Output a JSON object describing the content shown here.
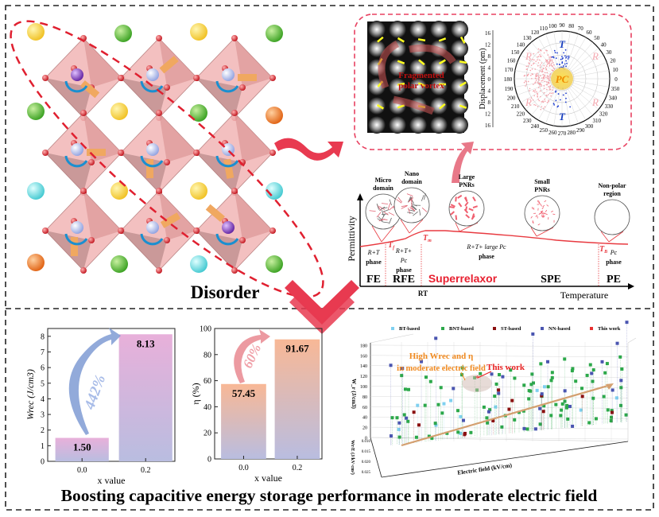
{
  "lattice": {
    "label": "Disorder"
  },
  "stem": {
    "vortex_label_1": "Fragmented",
    "vortex_label_2": "polar vortex"
  },
  "polar": {
    "ylabel": "Displacement (pm)",
    "radial_ticks": [
      "16",
      "12",
      "8",
      "4",
      "0",
      "4",
      "8",
      "12",
      "16"
    ],
    "angle_ticks": [
      "0",
      "10",
      "20",
      "30",
      "40",
      "50",
      "60",
      "70",
      "80",
      "90",
      "100",
      "110",
      "120",
      "130",
      "140",
      "150",
      "160",
      "170",
      "180",
      "190",
      "200",
      "210",
      "220",
      "230",
      "240",
      "250",
      "260",
      "270",
      "280",
      "290",
      "300",
      "310",
      "320",
      "330",
      "340",
      "350"
    ],
    "region_R": "R",
    "region_T": "T",
    "region_PC": "PC"
  },
  "phase": {
    "ylabel": "Permittivity",
    "xlabel": "Temperature",
    "rt": "RT",
    "domains": [
      {
        "l1": "Micro",
        "l2": "domain"
      },
      {
        "l1": "Nano",
        "l2": "domain"
      },
      {
        "l1": "Large",
        "l2": "PNRs"
      },
      {
        "l1": "Small",
        "l2": "PNRs"
      },
      {
        "l1": "Non-polar",
        "l2": "region"
      }
    ],
    "phases": [
      "FE",
      "RFE",
      "Superrelaxor",
      "SPE",
      "PE"
    ],
    "descs": {
      "fe_1": "R+T",
      "fe_2": "phase",
      "rfe_1": "R+T+",
      "rfe_2": "Pc",
      "rfe_3": "phase",
      "sr_1": "R+T+ large Pc",
      "sr_2": "phase",
      "pe_1": "Pc",
      "pe_2": "phase"
    },
    "temps": {
      "tf": "T",
      "tf_sub": "f",
      "tm": "T",
      "tm_sub": "m",
      "tb": "T",
      "tb_sub": "B"
    }
  },
  "chart_data": [
    {
      "type": "bar",
      "categories": [
        "0.0",
        "0.2"
      ],
      "values": [
        1.5,
        8.13
      ],
      "data_labels": [
        "1.50",
        "8.13"
      ],
      "xlabel": "x value",
      "ylabel": "Wrec (J/cm3)",
      "ylabel_main": "W",
      "ylabel_sub": "rec",
      "ylabel_unit": " (J/cm",
      "ylabel_sup": "3",
      "ylabel_close": ")",
      "ylim": [
        0,
        8.5
      ],
      "yticks": [
        "0",
        "1",
        "2",
        "3",
        "4",
        "5",
        "6",
        "7",
        "8"
      ],
      "annotation": "442%",
      "colors": {
        "top": "#e8b0da",
        "bottom": "#b9bde0",
        "arrow": "#7f9bd3"
      }
    },
    {
      "type": "bar",
      "categories": [
        "0.0",
        "0.2"
      ],
      "values": [
        57.45,
        91.67
      ],
      "data_labels": [
        "57.45",
        "91.67"
      ],
      "xlabel": "x value",
      "ylabel": "η (%)",
      "ylim": [
        0,
        100
      ],
      "yticks": [
        "0",
        "20",
        "40",
        "60",
        "80",
        "100"
      ],
      "annotation": "60%",
      "colors": {
        "top": "#f8b896",
        "bottom": "#b9bde0",
        "arrow": "#e98891"
      }
    },
    {
      "type": "scatter",
      "legend": [
        "BT-based",
        "BNT-based",
        "ST-based",
        "NN-based",
        "This work"
      ],
      "legend_colors": [
        "#7fd0f0",
        "#2ca84a",
        "#8b1010",
        "#4a55b0",
        "#e83030"
      ],
      "zlabel": "W_r (J/cm3)",
      "zticks": [
        "0",
        "20",
        "40",
        "60",
        "80",
        "100",
        "120",
        "140",
        "160",
        "180"
      ],
      "xlabel": "Electric field (kV/cm)",
      "ylabel": "Wr/E (J/kV·cm²)",
      "yticks": [
        "0.010",
        "0.015",
        "0.020",
        "0.025"
      ],
      "annotation_1": "High Wrec and η",
      "annotation_1_main": "High ",
      "annotation_1_w": "W",
      "annotation_1_sub": "rec",
      "annotation_1_tail": " and η",
      "annotation_2": "in moderate electric field",
      "annotation_this": "This work"
    }
  ],
  "footer": {
    "title": "Boosting capacitive energy storage performance in moderate electric field"
  }
}
